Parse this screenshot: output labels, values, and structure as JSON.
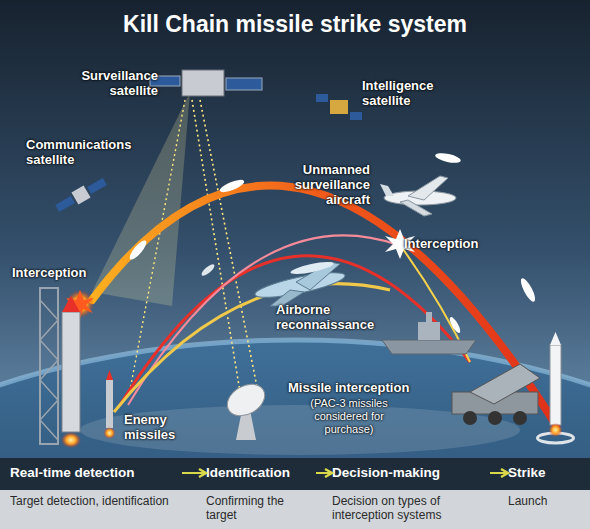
{
  "diagram": {
    "title": "Kill Chain missile strike system",
    "nodes": [
      {
        "text": [
          "Real-time detection",
          "Target detection, identification"
        ]
      },
      {
        "text": [
          "Identification",
          "Confirming the target"
        ]
      },
      {
        "text": [
          "Decision-making",
          "Decision on types of interception systems"
        ]
      },
      {
        "text": [
          "Strike",
          "Launch"
        ]
      }
    ],
    "edges": [
      {
        "from": 0,
        "to": 1,
        "arrow": "to"
      },
      {
        "from": 1,
        "to": 2,
        "arrow": "to"
      },
      {
        "from": 2,
        "to": 3,
        "arrow": "to"
      }
    ],
    "labels": [
      "Surveillance satellite",
      "Intelligence satellite",
      "Communications satellite",
      "Unmanned surveillance aircraft",
      "Interception",
      "Interception",
      "Airborne reconnaissance",
      "Missile interception",
      "(PAC-3 missiles considered for purchase)",
      "Enemy missiles"
    ]
  }
}
